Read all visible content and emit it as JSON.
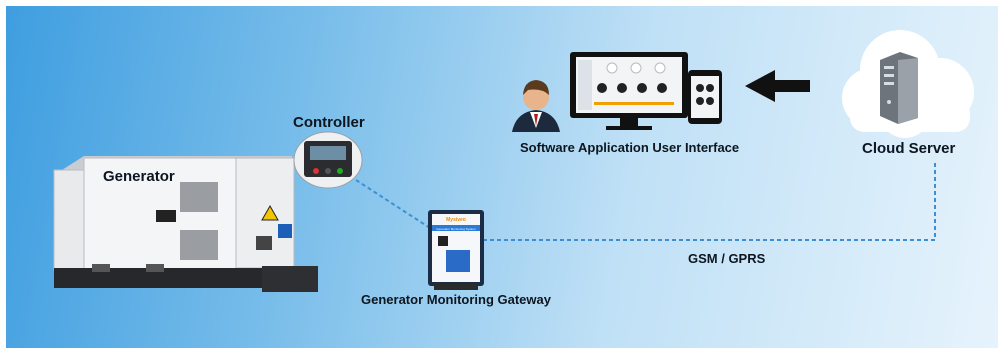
{
  "labels": {
    "generator": "Generator",
    "controller": "Controller",
    "gateway": "Generator Monitoring Gateway",
    "software": "Software Application User Interface",
    "cloud": "Cloud Server",
    "link": "GSM / GPRS"
  },
  "gateway_device": {
    "brand": "Mysiveo",
    "subtitle": "Generator Monitoring System"
  },
  "colors": {
    "background_left": "#3f9ee0",
    "background_right": "#e6f3fc",
    "connector": "#3f8fd0",
    "arrow": "#111111"
  },
  "icons": [
    "generator",
    "controller",
    "gateway",
    "person",
    "monitor",
    "phone",
    "cloud",
    "server"
  ]
}
